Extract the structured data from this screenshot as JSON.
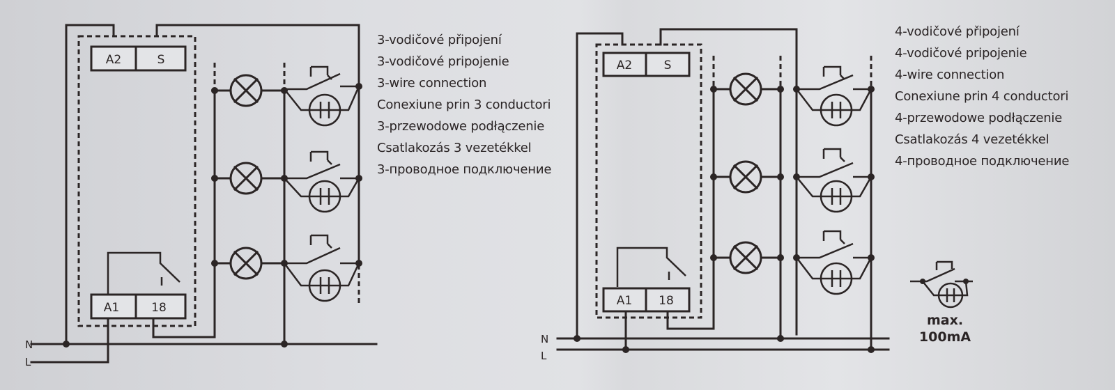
{
  "diagrams": [
    {
      "id": "three-wire",
      "terminals": {
        "top_left": "A2",
        "top_right": "S",
        "bottom_left": "A1",
        "bottom_right": "18"
      },
      "bus_labels": {
        "neutral": "N",
        "line": "L"
      },
      "captions": [
        "3-vodičové připojení",
        "3-vodičové pripojenie",
        "3-wire connection",
        "Conexiune prin 3 conductori",
        "3-przewodowe podłączenie",
        "Csatlakozás 3 vezetékkel",
        "3-проводное подключение"
      ]
    },
    {
      "id": "four-wire",
      "terminals": {
        "top_left": "A2",
        "top_right": "S",
        "bottom_left": "A1",
        "bottom_right": "18"
      },
      "bus_labels": {
        "neutral": "N",
        "line": "L"
      },
      "captions": [
        "4-vodičové připojení",
        "4-vodičové pripojenie",
        "4-wire connection",
        "Conexiune prin 4 conductori",
        "4-przewodowe podłączenie",
        "Csatlakozás 4 vezetékkel",
        "4-проводное подключение"
      ]
    }
  ],
  "note": {
    "line1": "max.",
    "line2": "100mA"
  },
  "colors": {
    "ink": "#2b2525",
    "paper": "#dcdde1"
  }
}
